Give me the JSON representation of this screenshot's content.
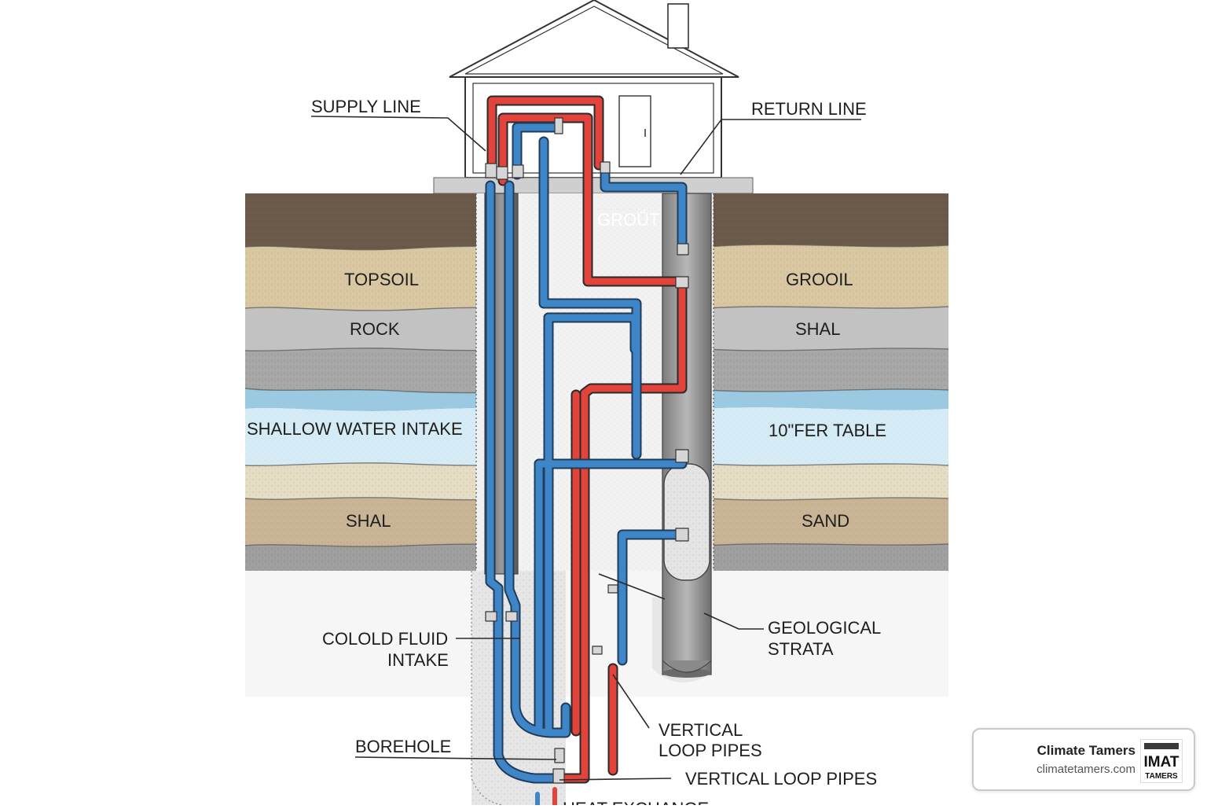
{
  "labels": {
    "supply_line": "SUPPLY LINE",
    "return_line": "RETURN LINE",
    "grout": "GROǗT",
    "topsoil": "TOPSOIL",
    "rock": "ROCK",
    "grooil": "GROOIL",
    "shal_right": "SHAL",
    "shallow_water_intake": "SHALLOW WATER INTAKE",
    "fer_table": "10\"FER TABLE",
    "shal_left": "SHAL",
    "sand": "SAND",
    "cold_fluid_line1": "COLOLD FLUID",
    "cold_fluid_line2": "INTAKE",
    "geological_line1": "GEOLOGICAL",
    "geological_line2": "STRATA",
    "vertical_loop_line1": "VERTICAL",
    "vertical_loop_line2": "LOOP PIPES",
    "borehole": "BOREHOLE",
    "vertical_loop_pipes": "VERTICAL LOOP PIPES",
    "heat_exchange": "HEAT EXCHANGE"
  },
  "watermark": {
    "name": "Climate Tamers",
    "url": "climatetamers.com",
    "logo_text_top": "IMAT",
    "logo_text_bottom": "TAMERS"
  },
  "colors": {
    "supply_pipe": "#e2433b",
    "return_pipe": "#3f86c8",
    "soil_dark": "#6b5a4a",
    "soil_tan": "#d8c7a3",
    "rock_gray": "#bfbfbf",
    "water_blue": "#bfe0ef"
  }
}
